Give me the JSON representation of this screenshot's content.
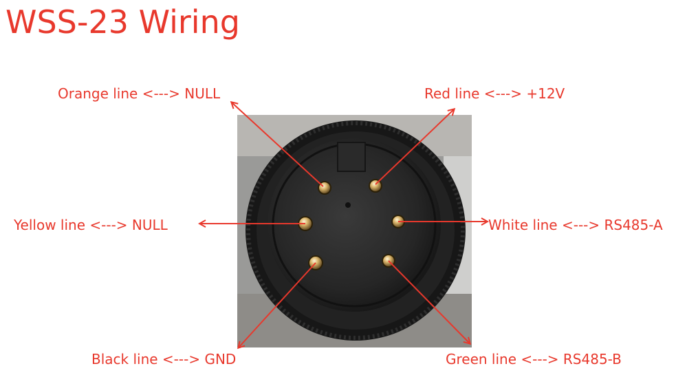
{
  "title": "WSS-23 Wiring",
  "connections": {
    "orange": "Orange line <---> NULL",
    "red": "Red line <---> +12V",
    "yellow": "Yellow line <---> NULL",
    "white": "White line <---> RS485-A",
    "black": "Black line <---> GND",
    "green": "Green line <---> RS485-B"
  },
  "colors": {
    "accent": "#e8382c",
    "connector_body": "#1c1c1c",
    "pin": "#c9a25a"
  }
}
